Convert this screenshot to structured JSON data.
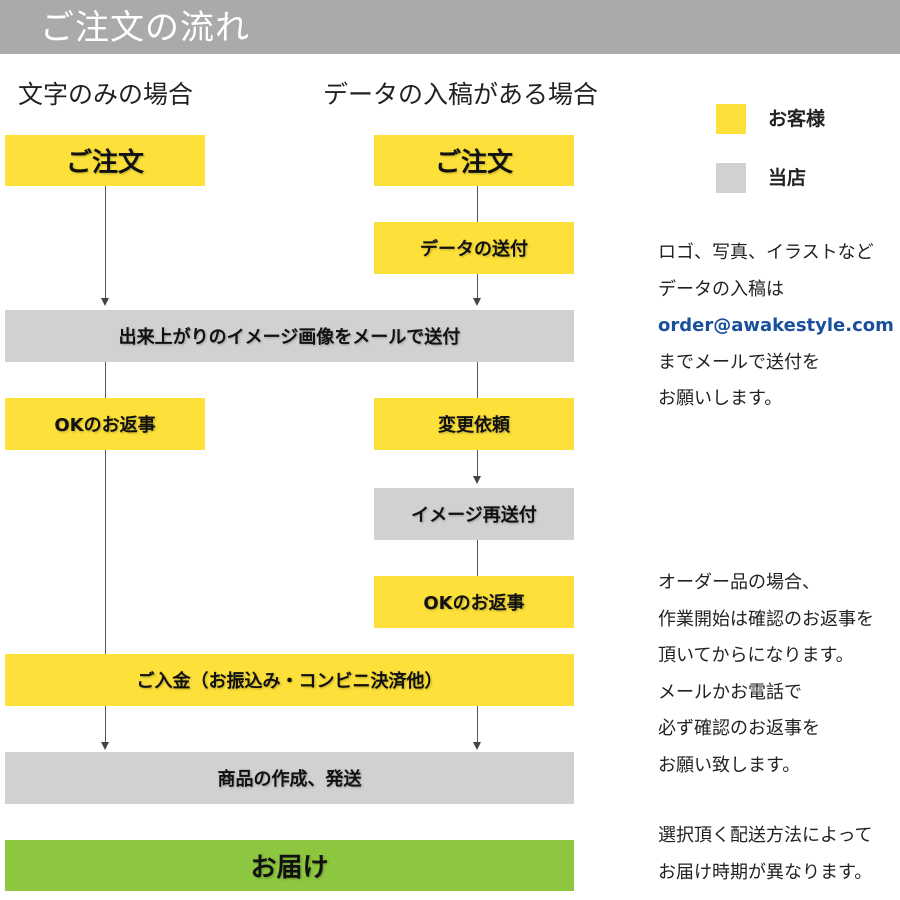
{
  "title": "ご注文の流れ",
  "columns": {
    "left_heading": "文字のみの場合",
    "right_heading": "データの入稿がある場合"
  },
  "boxes": {
    "order_left": "ご注文",
    "order_right": "ご注文",
    "data_send": "データの送付",
    "image_send": "出来上がりのイメージ画像をメールで送付",
    "ok_reply_left": "OKのお返事",
    "change_request": "変更依頼",
    "image_resend": "イメージ再送付",
    "ok_reply_right": "OKのお返事",
    "payment": "ご入金（お振込み・コンビニ決済他）",
    "production": "商品の作成、発送",
    "delivery": "お届け"
  },
  "legend": {
    "customer_label": "お客様",
    "shop_label": "当店",
    "customer_color": "#fde13a",
    "shop_color": "#d1d1d1"
  },
  "notes": {
    "data_note": {
      "line1": "ロゴ、写真、イラストなど",
      "line2": "データの入稿は",
      "email": "order@awakestyle.com",
      "line4": "までメールで送付を",
      "line5": "お願いします。"
    },
    "order_note": {
      "line1": "オーダー品の場合、",
      "line2": "作業開始は確認のお返事を",
      "line3": "頂いてからになります。",
      "line4": "メールかお電話で",
      "line5": "必ず確認のお返事を",
      "line6": "お願い致します。"
    },
    "delivery_note": {
      "line1": "選択頂く配送方法によって",
      "line2": "お届け時期が異なります。"
    }
  },
  "colors": {
    "customer": "#fde13a",
    "shop": "#d1d1d1",
    "delivery": "#8dc63f",
    "email": "#1a4f9c"
  }
}
